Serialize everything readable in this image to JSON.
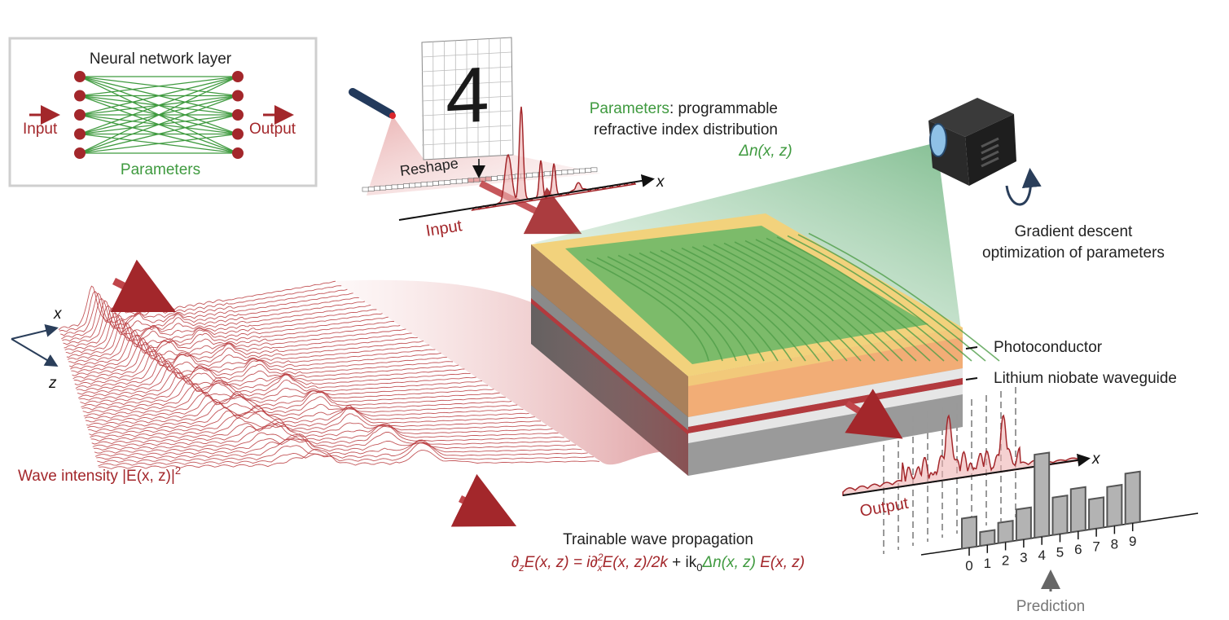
{
  "inset": {
    "title": "Neural network layer",
    "input_label": "Input",
    "output_label": "Output",
    "parameters_label": "Parameters",
    "nodes_per_layer": 5
  },
  "input_panel": {
    "reshape_label": "Reshape",
    "input_label": "Input",
    "axis_label": "x",
    "digit": "4"
  },
  "device": {
    "parameters_word": "Parameters",
    "parameters_desc_1": ": programmable",
    "parameters_desc_2": "refractive index distribution",
    "delta_n": "Δn(x, z)",
    "photoconductor_label": "Photoconductor",
    "waveguide_label": "Lithium niobate waveguide",
    "gradient_label_1": "Gradient descent",
    "gradient_label_2": "optimization of parameters"
  },
  "propagation": {
    "axis_x": "x",
    "axis_z": "z",
    "intensity_label": "Wave intensity |E(x, z)|",
    "intensity_exp": "2",
    "title": "Trainable wave propagation",
    "eq_lhs": "∂",
    "eq_lhs_sub": "z",
    "eq_part1": "E(x, z) = i∂",
    "eq_sup": "2",
    "eq_sub": "x",
    "eq_part2": "E(x, z)/2k",
    "eq_plus": " + ik",
    "eq_k_sub": "0",
    "eq_dn": "Δn(x, z)",
    "eq_tail": " E(x, z)"
  },
  "output_panel": {
    "output_label": "Output",
    "axis_label": "x",
    "prediction_label": "Prediction",
    "classes": [
      "0",
      "1",
      "2",
      "3",
      "4",
      "5",
      "6",
      "7",
      "8",
      "9"
    ],
    "class_scores": [
      37,
      17,
      25,
      38,
      102,
      46,
      53,
      37,
      49,
      62
    ],
    "predicted_class": "4"
  },
  "colors": {
    "red": "#a3272b",
    "green": "#3f9a3f",
    "pink": "#e8a0a0"
  }
}
